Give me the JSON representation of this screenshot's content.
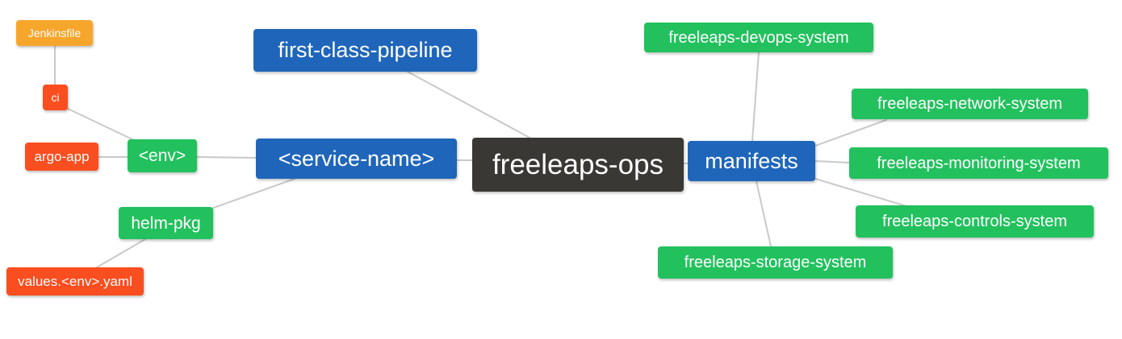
{
  "diagram": {
    "type": "mindmap",
    "root": "freeleaps-ops",
    "colors": {
      "orange": "#f7a62c",
      "red_orange": "#f94e1f",
      "green": "#22c15e",
      "blue": "#1f66bb",
      "dark": "#3a3835",
      "edge_gray": "#c9c9c9",
      "background": "#ffffff",
      "node_text": "#ffffff"
    },
    "nodes": {
      "jenkinsfile": {
        "label": "Jenkinsfile",
        "color": "#f7a62c"
      },
      "ci": {
        "label": "ci",
        "color": "#f94e1f"
      },
      "argo_app": {
        "label": "argo-app",
        "color": "#f94e1f"
      },
      "env": {
        "label": "<env>",
        "color": "#22c15e"
      },
      "helm_pkg": {
        "label": "helm-pkg",
        "color": "#22c15e"
      },
      "values_yaml": {
        "label": "values.<env>.yaml",
        "color": "#f94e1f"
      },
      "first_class_pipeline": {
        "label": "first-class-pipeline",
        "color": "#1f66bb"
      },
      "service_name": {
        "label": "<service-name>",
        "color": "#1f66bb"
      },
      "freeleaps_ops": {
        "label": "freeleaps-ops",
        "color": "#3a3835"
      },
      "manifests": {
        "label": "manifests",
        "color": "#1f66bb"
      },
      "devops_system": {
        "label": "freeleaps-devops-system",
        "color": "#22c15e"
      },
      "network_system": {
        "label": "freeleaps-network-system",
        "color": "#22c15e"
      },
      "monitoring_system": {
        "label": "freeleaps-monitoring-system",
        "color": "#22c15e"
      },
      "controls_system": {
        "label": "freeleaps-controls-system",
        "color": "#22c15e"
      },
      "storage_system": {
        "label": "freeleaps-storage-system",
        "color": "#22c15e"
      }
    },
    "edges": [
      [
        "jenkinsfile",
        "ci"
      ],
      [
        "ci",
        "env"
      ],
      [
        "argo_app",
        "env"
      ],
      [
        "env",
        "service_name"
      ],
      [
        "helm_pkg",
        "service_name"
      ],
      [
        "values_yaml",
        "helm_pkg"
      ],
      [
        "first_class_pipeline",
        "freeleaps_ops"
      ],
      [
        "service_name",
        "freeleaps_ops"
      ],
      [
        "freeleaps_ops",
        "manifests"
      ],
      [
        "manifests",
        "devops_system"
      ],
      [
        "manifests",
        "network_system"
      ],
      [
        "manifests",
        "monitoring_system"
      ],
      [
        "manifests",
        "controls_system"
      ],
      [
        "manifests",
        "storage_system"
      ]
    ]
  }
}
